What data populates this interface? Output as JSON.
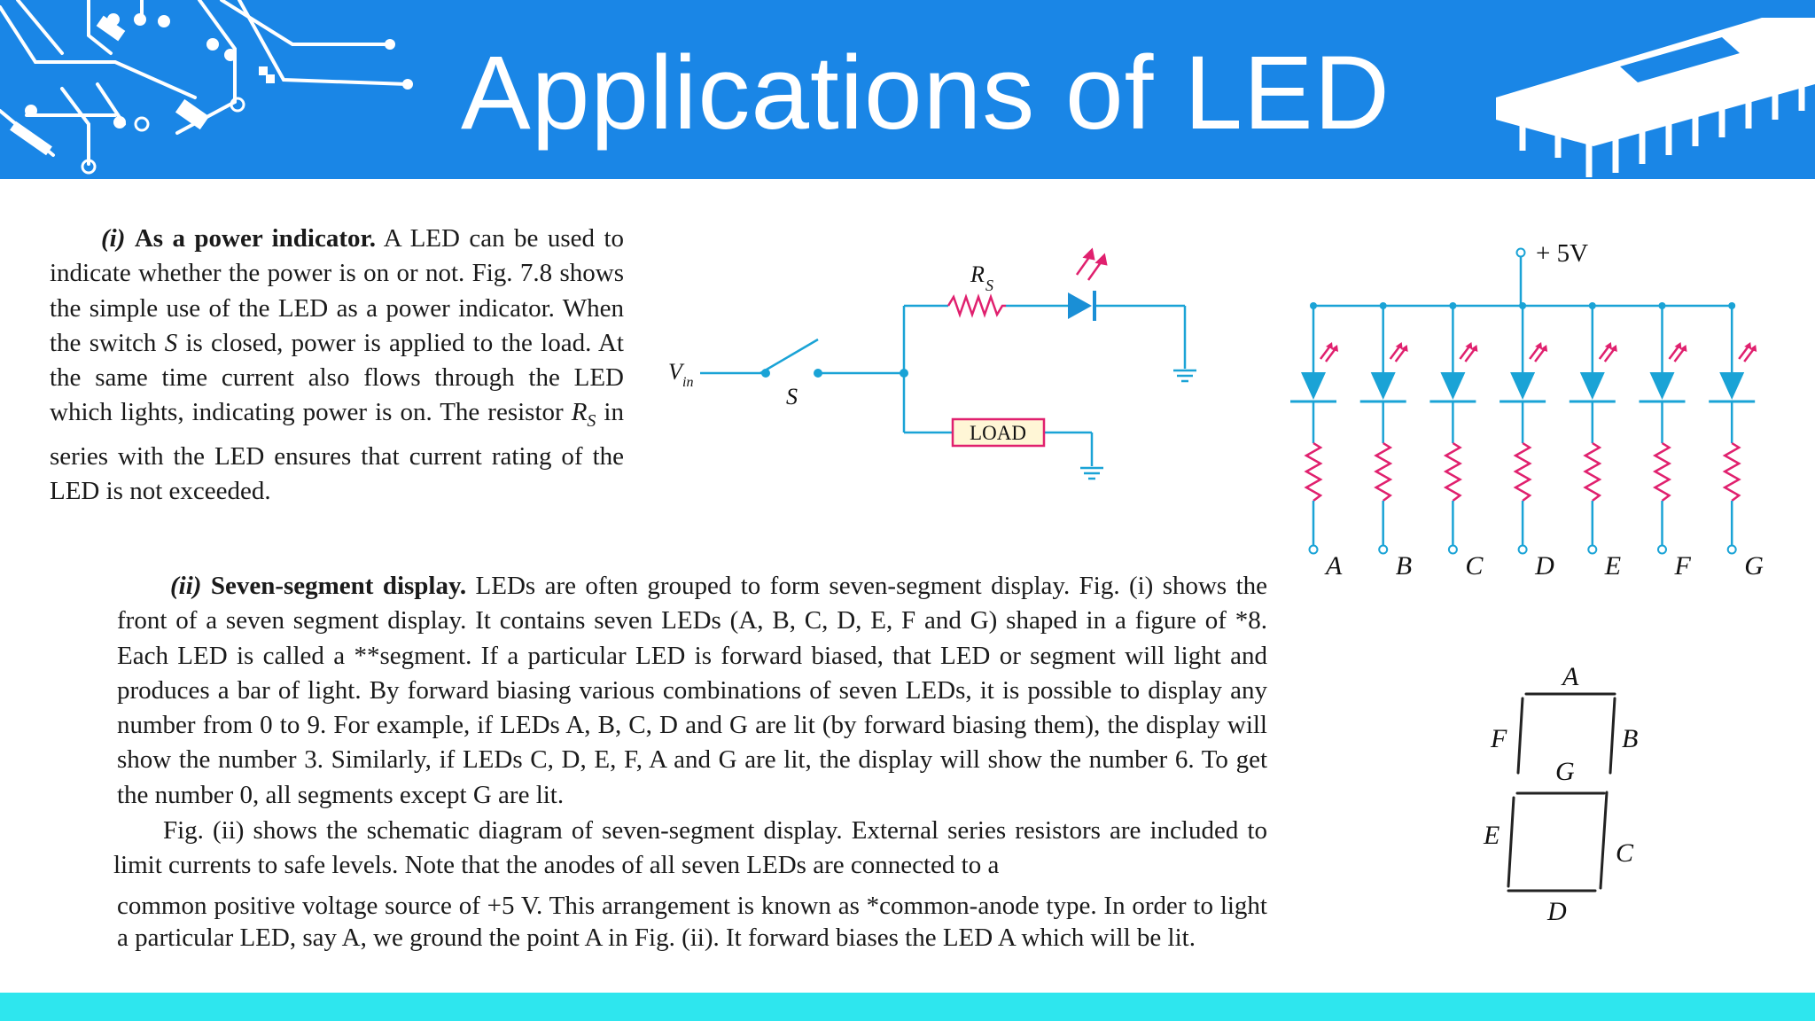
{
  "header": {
    "title": "Applications of LED",
    "background_color": "#1a86e6",
    "decoration_icon": "circuit-traces-icon",
    "chip_icon": "ic-chip-icon"
  },
  "footer": {
    "color": "#2ee6ee"
  },
  "section1": {
    "num": "(i)",
    "heading": "As a power indicator.",
    "text1": " A LED can be used to indicate whether the power is on or not. Fig. 7.8 shows the simple use of the LED as a power indicator. When the switch ",
    "s": "S",
    "text2": " is closed, power is applied to the load. At the same time current also flows through the LED which lights, indicating power is on. The resistor ",
    "rs": "R",
    "rs_sub": "S",
    "text3": " in series with the LED ensures that current rating of the LED is not exceeded."
  },
  "section2": {
    "num": "(ii)",
    "heading": "Seven-segment display.",
    "text": " LEDs are often grouped to form seven-segment display. Fig. (i) shows the front of a seven segment display. It contains seven LEDs (A, B, C, D, E, F and G) shaped in a figure of *8. Each LED is called a **segment. If a particular LED is forward biased, that LED or segment will light and produces a bar of light. By forward biasing various combinations of seven LEDs, it is possible to display any number from 0 to 9. For example, if LEDs A, B, C, D and G are lit (by forward biasing them), the display will show the number 3. Similarly, if LEDs C, D, E, F, A and G are lit, the display will show the number 6. To get the number 0, all segments except G are lit.",
    "para2": "Fig. (ii) shows the schematic diagram of seven-segment display. External series resistors are included to limit currents to safe levels. Note that the anodes of all seven LEDs are connected to a",
    "para3": "common positive voltage source of +5 V. This arrangement is known as *common-anode type. In order to light a particular LED, say A, we ground the point A in Fig. (ii). It forward biases the LED A which will be lit."
  },
  "circuit1": {
    "vin": "V",
    "vin_sub": "in",
    "switch": "S",
    "resistor": "R",
    "resistor_sub": "S",
    "load": "LOAD",
    "wire_color": "#1aa3d6",
    "resistor_color": "#e0206e",
    "led_color": "#1a8fd6"
  },
  "circuit2": {
    "supply": "+ 5V",
    "outputs": [
      "A",
      "B",
      "C",
      "D",
      "E",
      "F",
      "G"
    ]
  },
  "seven_segment": {
    "labels": {
      "a": "A",
      "b": "B",
      "c": "C",
      "d": "D",
      "e": "E",
      "f": "F",
      "g": "G"
    }
  }
}
